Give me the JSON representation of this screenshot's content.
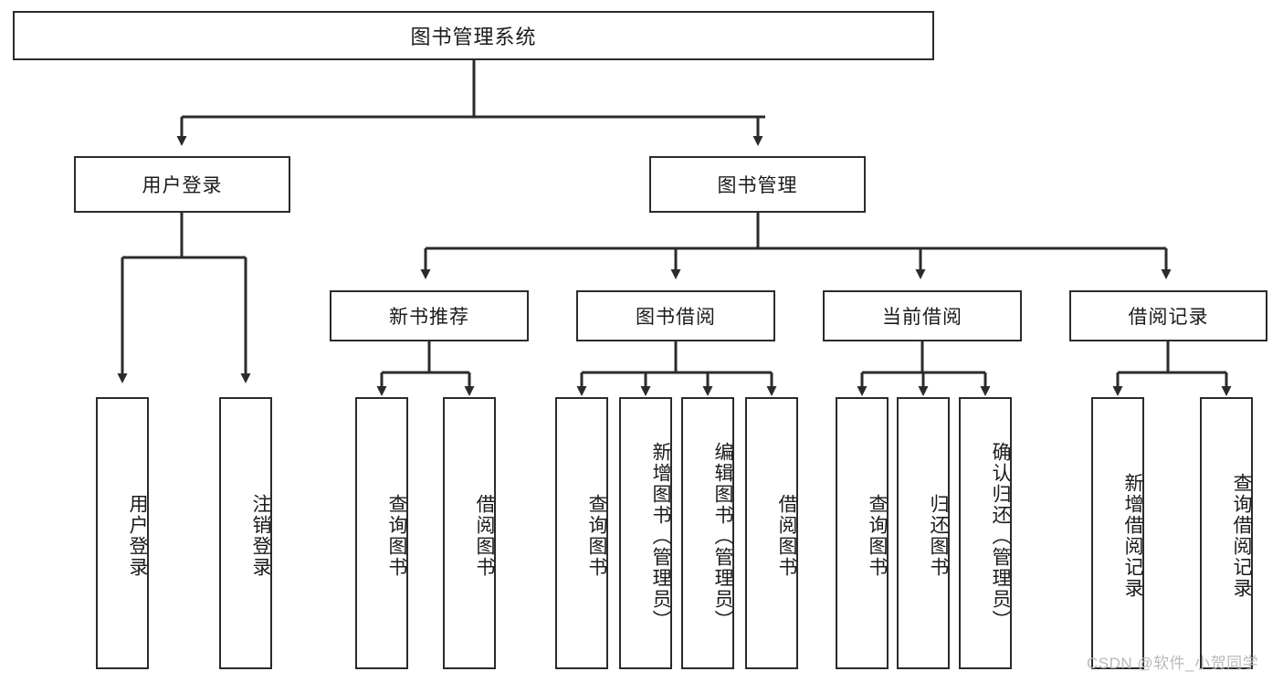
{
  "diagram": {
    "type": "tree",
    "title": "图书管理系统",
    "watermark": "CSDN @软件_小贺同学",
    "colors": {
      "background": "#ffffff",
      "box_border": "#2b2b2b",
      "box_fill": "#ffffff",
      "edge": "#2b2b2b",
      "text": "#1b1b1b",
      "watermark": "#b9b9b9"
    },
    "nodes": {
      "root": {
        "label": "图书管理系统",
        "level": 0,
        "orientation": "horizontal"
      },
      "user_login": {
        "label": "用户登录",
        "level": 1,
        "orientation": "horizontal"
      },
      "book_manage": {
        "label": "图书管理",
        "level": 1,
        "orientation": "horizontal"
      },
      "new_book_rec": {
        "label": "新书推荐",
        "level": 2,
        "orientation": "horizontal"
      },
      "book_borrow": {
        "label": "图书借阅",
        "level": 2,
        "orientation": "horizontal"
      },
      "current_borrow": {
        "label": "当前借阅",
        "level": 2,
        "orientation": "horizontal"
      },
      "borrow_record": {
        "label": "借阅记录",
        "level": 2,
        "orientation": "horizontal"
      },
      "leaf_user_login": {
        "label": "用户登录",
        "level": 3,
        "orientation": "vertical"
      },
      "leaf_logout": {
        "label": "注销登录",
        "level": 3,
        "orientation": "vertical"
      },
      "leaf_query_book_1": {
        "label": "查询图书",
        "level": 3,
        "orientation": "vertical"
      },
      "leaf_borrow_book_1": {
        "label": "借阅图书",
        "level": 3,
        "orientation": "vertical"
      },
      "leaf_query_book_2": {
        "label": "查询图书",
        "level": 3,
        "orientation": "vertical"
      },
      "leaf_add_book": {
        "label": "新增图书（管理员）",
        "level": 3,
        "orientation": "vertical"
      },
      "leaf_edit_book": {
        "label": "编辑图书（管理员）",
        "level": 3,
        "orientation": "vertical"
      },
      "leaf_borrow_book_2": {
        "label": "借阅图书",
        "level": 3,
        "orientation": "vertical"
      },
      "leaf_query_book_3": {
        "label": "查询图书",
        "level": 3,
        "orientation": "vertical"
      },
      "leaf_return_book": {
        "label": "归还图书",
        "level": 3,
        "orientation": "vertical"
      },
      "leaf_confirm_return": {
        "label": "确认归还（管理员）",
        "level": 3,
        "orientation": "vertical"
      },
      "leaf_add_record": {
        "label": "新增借阅记录",
        "level": 3,
        "orientation": "vertical"
      },
      "leaf_query_record": {
        "label": "查询借阅记录",
        "level": 3,
        "orientation": "vertical"
      }
    },
    "edges": [
      {
        "from": "root",
        "to": "user_login"
      },
      {
        "from": "root",
        "to": "book_manage"
      },
      {
        "from": "book_manage",
        "to": "new_book_rec"
      },
      {
        "from": "book_manage",
        "to": "book_borrow"
      },
      {
        "from": "book_manage",
        "to": "current_borrow"
      },
      {
        "from": "book_manage",
        "to": "borrow_record"
      },
      {
        "from": "user_login",
        "to": "leaf_user_login"
      },
      {
        "from": "user_login",
        "to": "leaf_logout"
      },
      {
        "from": "new_book_rec",
        "to": "leaf_query_book_1"
      },
      {
        "from": "new_book_rec",
        "to": "leaf_borrow_book_1"
      },
      {
        "from": "book_borrow",
        "to": "leaf_query_book_2"
      },
      {
        "from": "book_borrow",
        "to": "leaf_add_book"
      },
      {
        "from": "book_borrow",
        "to": "leaf_edit_book"
      },
      {
        "from": "book_borrow",
        "to": "leaf_borrow_book_2"
      },
      {
        "from": "current_borrow",
        "to": "leaf_query_book_3"
      },
      {
        "from": "current_borrow",
        "to": "leaf_return_book"
      },
      {
        "from": "current_borrow",
        "to": "leaf_confirm_return"
      },
      {
        "from": "borrow_record",
        "to": "leaf_add_record"
      },
      {
        "from": "borrow_record",
        "to": "leaf_query_record"
      }
    ]
  }
}
